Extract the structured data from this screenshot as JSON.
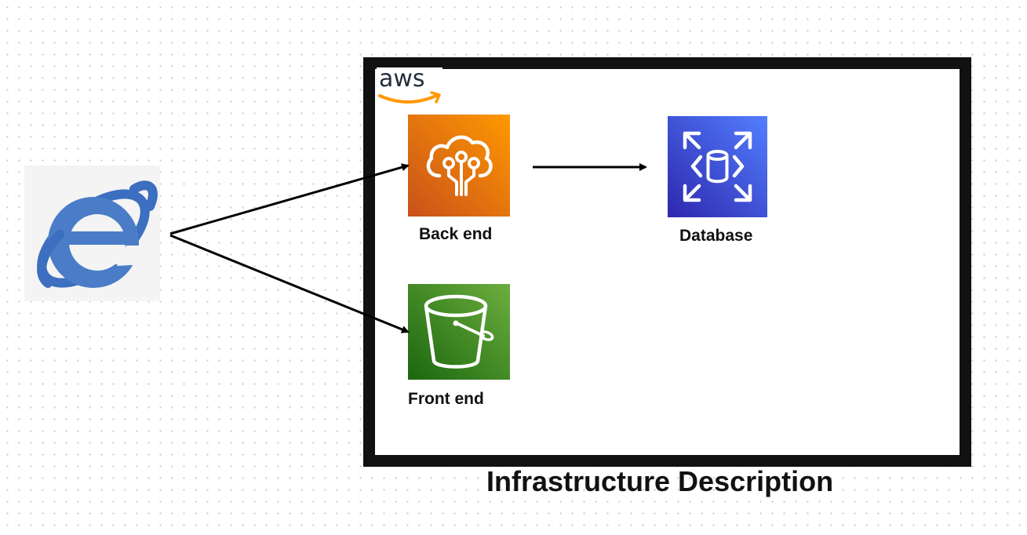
{
  "diagram": {
    "title": "Infrastructure Description",
    "group": {
      "logo_text": "aws"
    },
    "nodes": {
      "browser": {
        "icon": "internet-explorer-icon"
      },
      "backend": {
        "label": "Back end",
        "icon": "cloud-circuit-icon",
        "color": "#ff9900"
      },
      "database": {
        "label": "Database",
        "icon": "database-icon",
        "color": "#527fff"
      },
      "frontend": {
        "label": "Front end",
        "icon": "bucket-icon",
        "color": "#6cae3e"
      }
    },
    "edges": [
      {
        "from": "browser",
        "to": "backend"
      },
      {
        "from": "browser",
        "to": "frontend"
      },
      {
        "from": "backend",
        "to": "database"
      }
    ]
  }
}
